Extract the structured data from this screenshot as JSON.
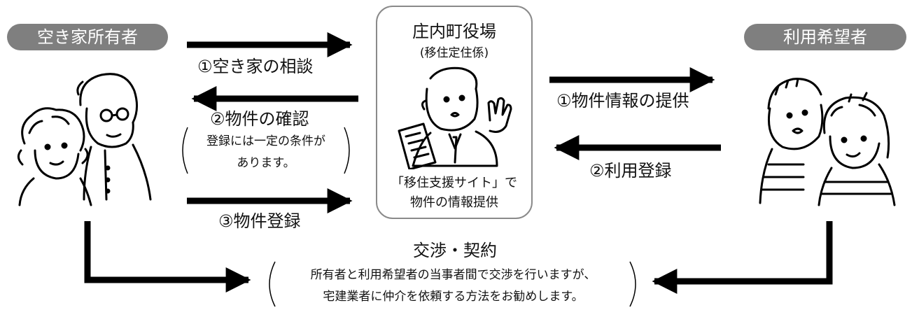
{
  "owner_label": "空き家所有者",
  "user_label": "利用希望者",
  "office": {
    "name": "庄内町役場",
    "dept": "(移住定住係)",
    "caption_line1": "「移住支援サイト」で",
    "caption_line2": "物件の情報提供"
  },
  "flows": {
    "consult": "①空き家の相談",
    "confirm": "②物件の確認",
    "confirm_note_line1": "登録には一定の条件が",
    "confirm_note_line2": "あります。",
    "register_property": "③物件登録",
    "provide_info": "①物件情報の提供",
    "user_register": "②利用登録"
  },
  "negotiation": {
    "title": "交渉・契約",
    "line1": "所有者と利用希望者の当事者間で交渉を行いますが、",
    "line2": "宅建業者に仲介を依頼する方法をお勧めします。"
  }
}
